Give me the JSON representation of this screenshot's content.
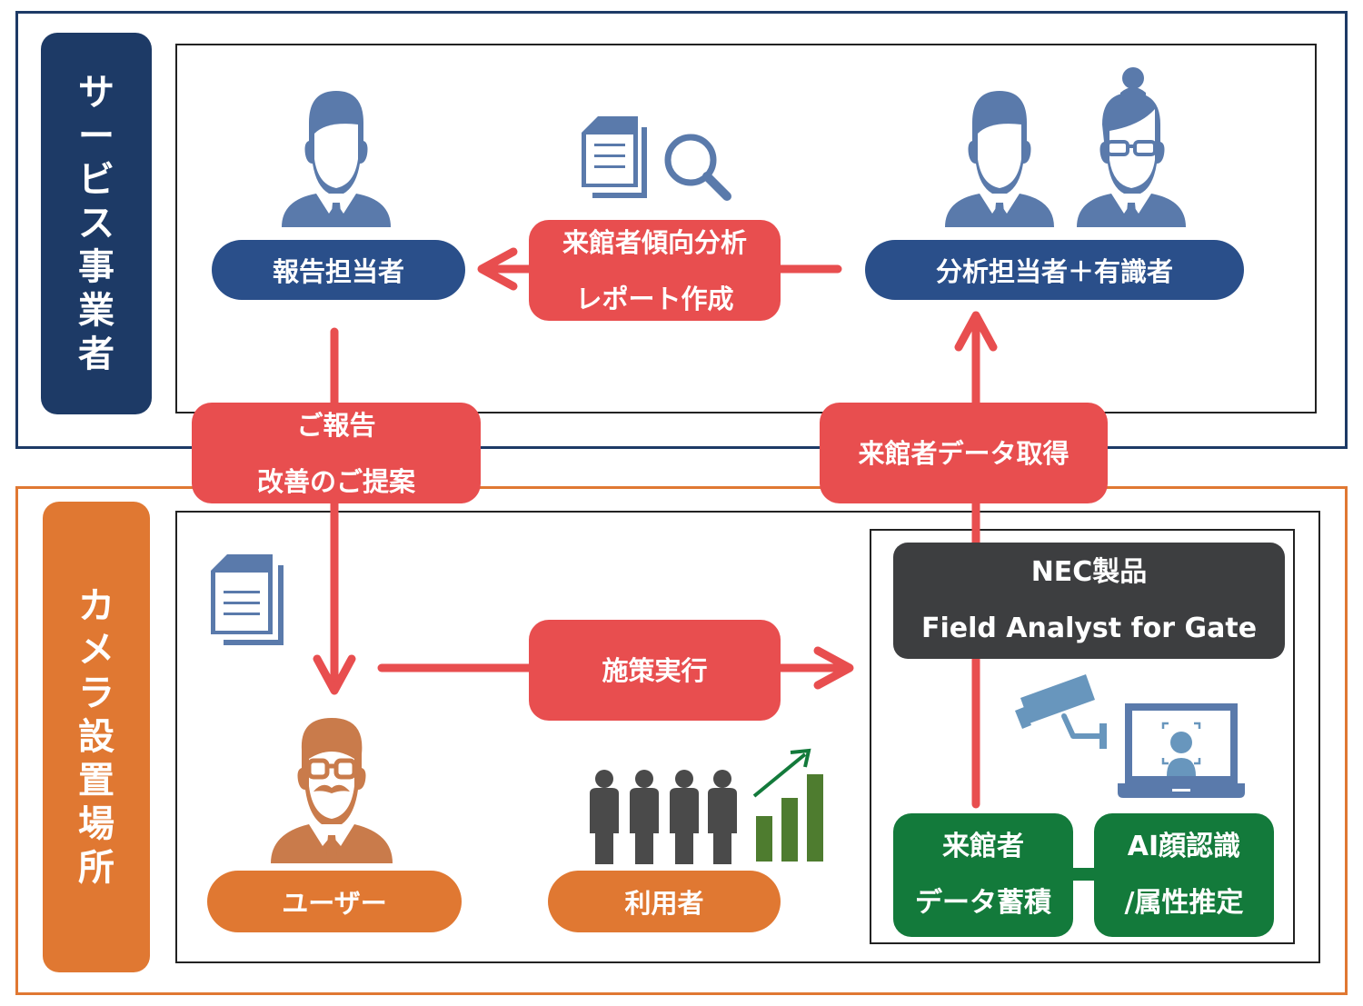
{
  "colors": {
    "navy": "#1d3a66",
    "pill_blue": "#2a4f8a",
    "icon_blue": "#5a7aab",
    "red": "#e84e4f",
    "orange": "#e07832",
    "user_brown": "#c97b4b",
    "green": "#137a3b",
    "chart_green": "#4e7c2f",
    "dark": "#3d3e40",
    "people_gray": "#4a4a4a"
  },
  "sections": {
    "service_provider": {
      "label_chars": [
        "サ",
        "ー",
        "ビ",
        "ス",
        "事",
        "業",
        "者"
      ]
    },
    "camera_site": {
      "label_chars": [
        "カ",
        "メ",
        "ラ",
        "設",
        "置",
        "場",
        "所"
      ]
    }
  },
  "actors": {
    "reporter": {
      "label": "報告担当者",
      "icon": "businessman-icon"
    },
    "analysts": {
      "label": "分析担当者＋有識者",
      "icons": [
        "businessman-icon",
        "businesswoman-glasses-icon"
      ]
    },
    "user": {
      "label": "ユーザー",
      "icon": "mustache-man-icon"
    },
    "visitors": {
      "label": "利用者",
      "icons": [
        "people-group-icon",
        "growth-chart-icon"
      ]
    }
  },
  "flows": {
    "analysis_report": {
      "lines": [
        "来館者傾向分析",
        "レポート作成"
      ],
      "icons": [
        "documents-icon",
        "magnifier-icon"
      ]
    },
    "report_proposal": {
      "lines": [
        "ご報告",
        "改善のご提案"
      ]
    },
    "data_acquisition": {
      "lines": [
        "来館者データ取得"
      ]
    },
    "measure_execution": {
      "lines": [
        "施策実行"
      ]
    }
  },
  "product": {
    "lines": [
      "NEC製品",
      "Field Analyst for Gate"
    ],
    "storage": {
      "lines": [
        "来館者",
        "データ蓄積"
      ]
    },
    "ai": {
      "lines": [
        "AI顔認識",
        "/属性推定"
      ]
    },
    "icons": [
      "security-camera-icon",
      "laptop-face-recognition-icon"
    ]
  }
}
